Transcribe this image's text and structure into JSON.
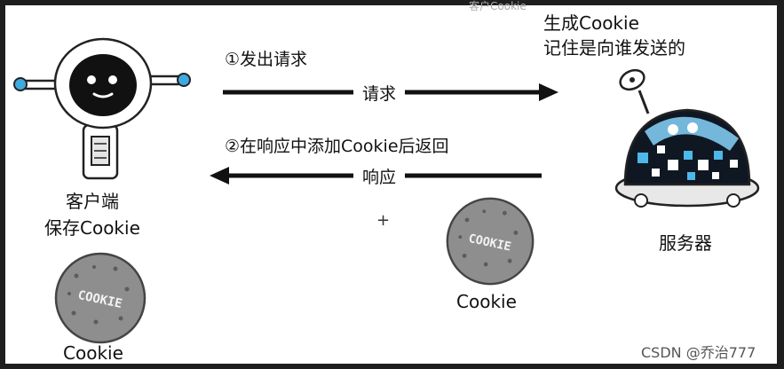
{
  "client": {
    "title": "客户端",
    "subtitle": "保存Cookie",
    "cookie_caption": "Cookie"
  },
  "server": {
    "title": "服务器",
    "note_line1": "生成Cookie",
    "note_line2": "记住是向谁发送的"
  },
  "request": {
    "step": "①发出请求",
    "arrow_label": "请求"
  },
  "response": {
    "step": "②在响应中添加Cookie后返回",
    "arrow_label": "响应",
    "plus": "+",
    "cookie_caption": "Cookie"
  },
  "cookie_text": "COOKIE",
  "top_partial": "客户Cookie",
  "watermark": "CSDN @乔治777",
  "colors": {
    "cookie": "#8e8e8e",
    "cookie_dark": "#5c5c5c",
    "robot_accent": "#3fa9e0",
    "server_screen": "#0f1722",
    "server_pixels": "#4db7ea"
  }
}
